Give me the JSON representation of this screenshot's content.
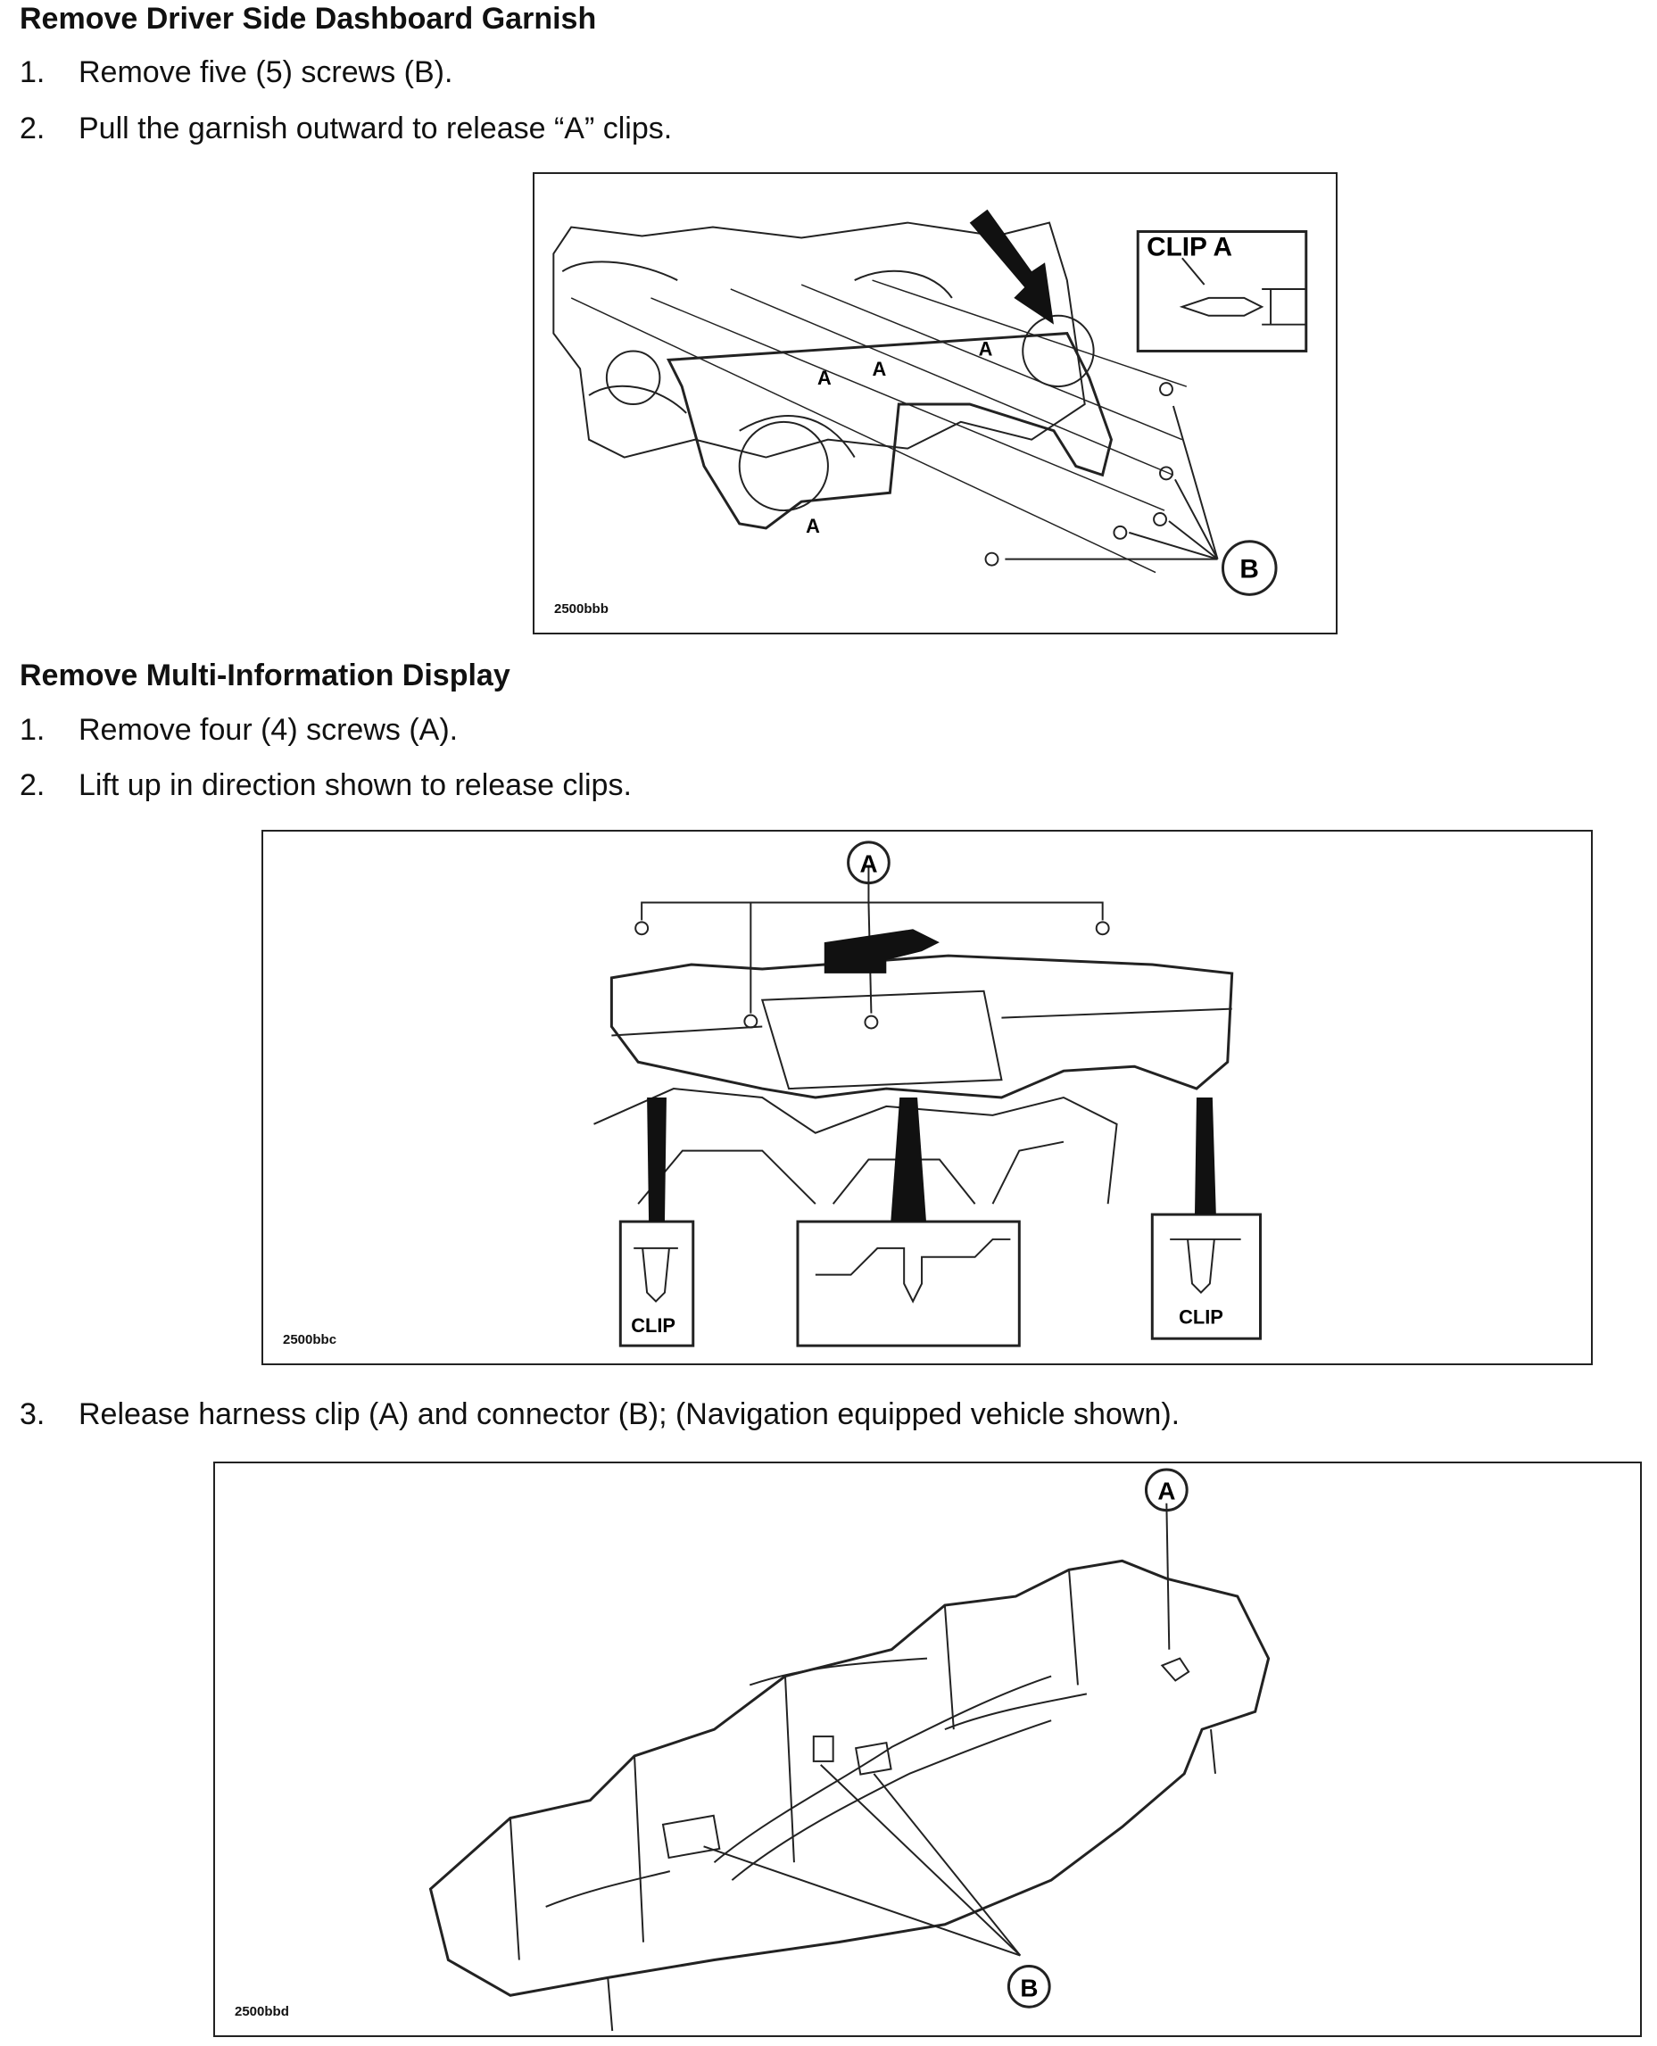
{
  "section1": {
    "heading": "Remove Driver Side Dashboard Garnish",
    "steps": [
      {
        "num": "1.",
        "text": "Remove five (5) screws (B)."
      },
      {
        "num": "2.",
        "text": "Pull the garnish outward to release “A” clips."
      }
    ],
    "figure": {
      "code": "2500bbb",
      "inset_label": "CLIP A",
      "callout_b": "B",
      "clip_label": "A"
    }
  },
  "section2": {
    "heading": "Remove Multi-Information Display",
    "steps": [
      {
        "num": "1.",
        "text": "Remove four (4) screws (A)."
      },
      {
        "num": "2.",
        "text": "Lift up in direction shown to release clips."
      },
      {
        "num": "3.",
        "text": "Release harness clip (A) and connector (B); (Navigation equipped vehicle shown)."
      }
    ],
    "figure2": {
      "code": "2500bbc",
      "callout_a": "A",
      "clip_label_left": "CLIP",
      "clip_label_right": "CLIP"
    },
    "figure3": {
      "code": "2500bbd",
      "callout_a": "A",
      "callout_b": "B"
    }
  }
}
